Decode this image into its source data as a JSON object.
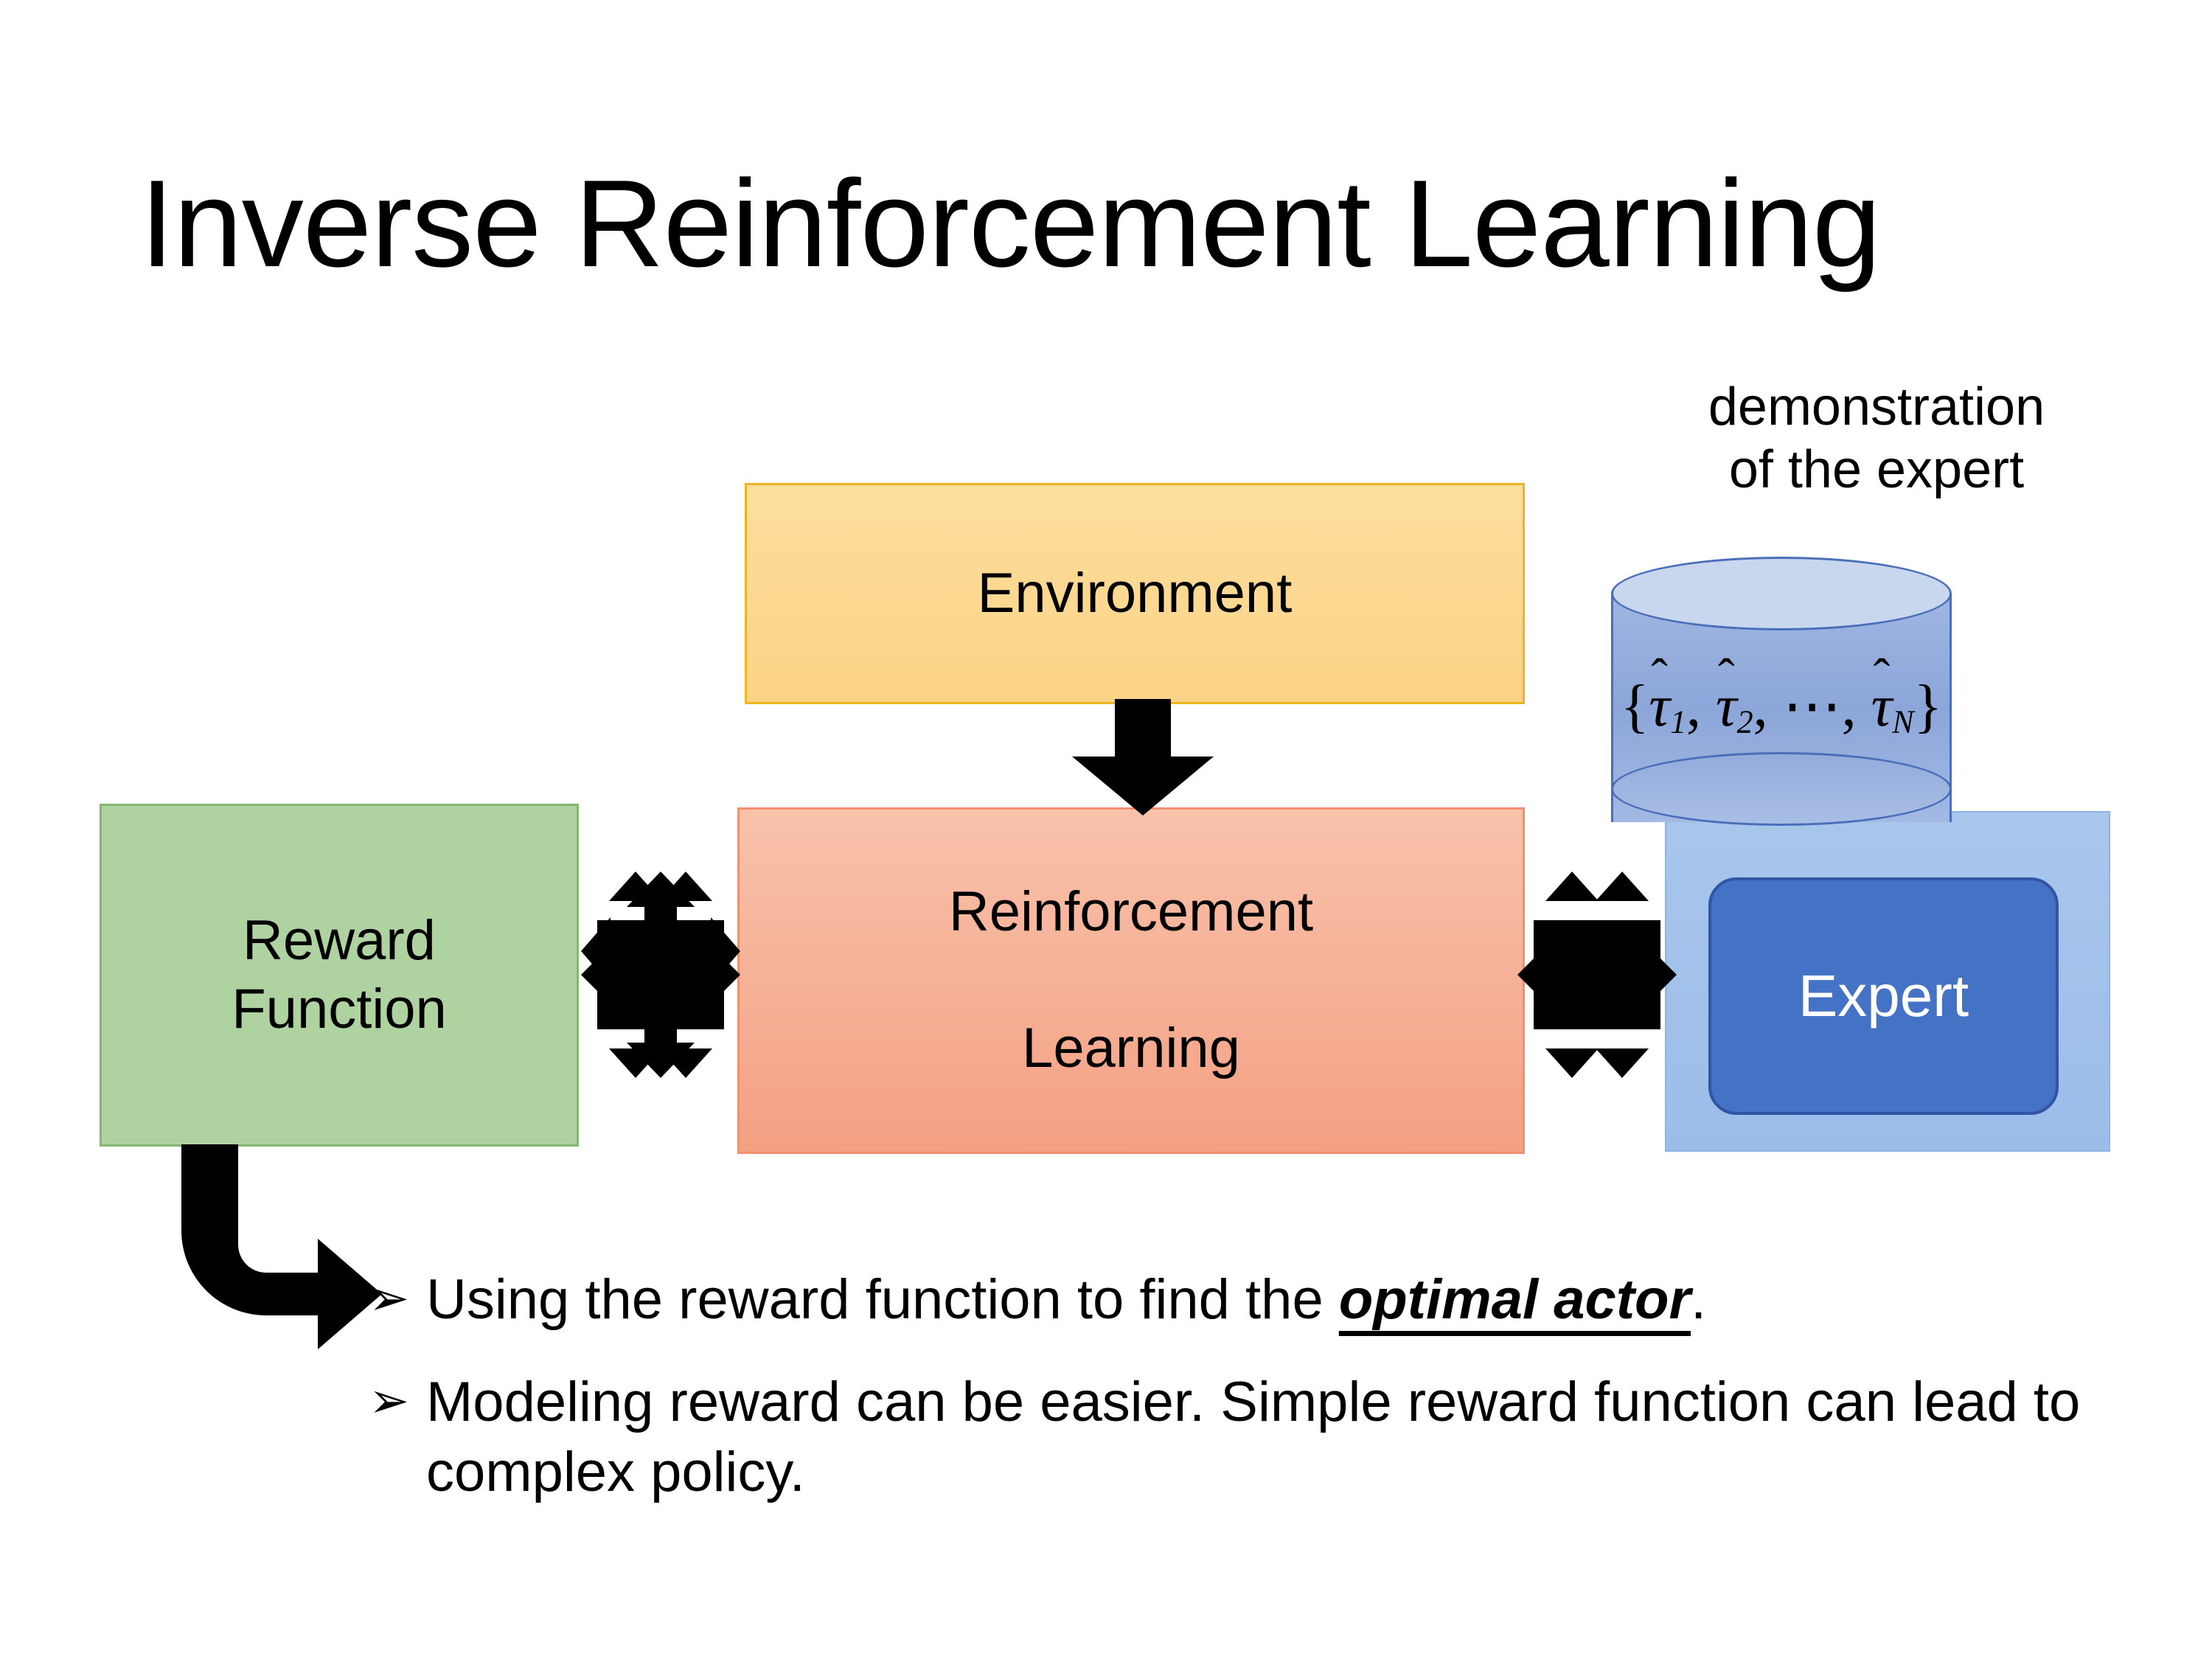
{
  "slide": {
    "title": "Inverse Reinforcement Learning",
    "background_color": "#FFFFFF"
  },
  "diagram": {
    "environment": {
      "label": "Environment",
      "fill_color": "#FBD88E",
      "border_color": "#EFB421"
    },
    "reward_function": {
      "label_line1": "Reward",
      "label_line2": "Function",
      "fill_color": "#AED2A0",
      "border_color": "#86B674"
    },
    "reinforcement_learning": {
      "label_line1": "Reinforcement",
      "label_line2": "Learning",
      "fill_color": "#F5A183",
      "border_color": "#F0906E"
    },
    "demonstration": {
      "caption_line1": "demonstration",
      "caption_line2": "of the expert",
      "trajectories_set": "{ τ̂1, τ̂2, ⋯ , τ̂N }",
      "trajectory_symbol": "τ",
      "subscripts": [
        "1",
        "2",
        "N"
      ],
      "ellipsis": "⋯",
      "open_brace": "{",
      "close_brace": "}",
      "comma": ",",
      "cylinder_fill_color": "#8FA9DC",
      "cylinder_top_color": "#C8D6EE",
      "cylinder_border_color": "#4A6FBA"
    },
    "expert": {
      "label": "Expert",
      "fill_color": "#4472C4",
      "border_color": "#2F55A4",
      "text_color": "#FFFFFF",
      "backdrop_color": "#A1C0E9"
    },
    "connectors": {
      "env_to_rl": "down-arrow",
      "reward_to_rl": "four-way-double-arrow",
      "rl_to_expert": "four-way-double-arrow",
      "reward_to_bullets": "elbow-arrow-down-right",
      "arrow_color": "#000000"
    }
  },
  "bullets": [
    {
      "marker": "➢",
      "prefix": "Using the reward function to find the ",
      "emphasis": "optimal actor",
      "suffix": "."
    },
    {
      "marker": "➢",
      "prefix": "Modeling reward can be easier. Simple reward function can lead to complex policy.",
      "emphasis": "",
      "suffix": ""
    }
  ]
}
